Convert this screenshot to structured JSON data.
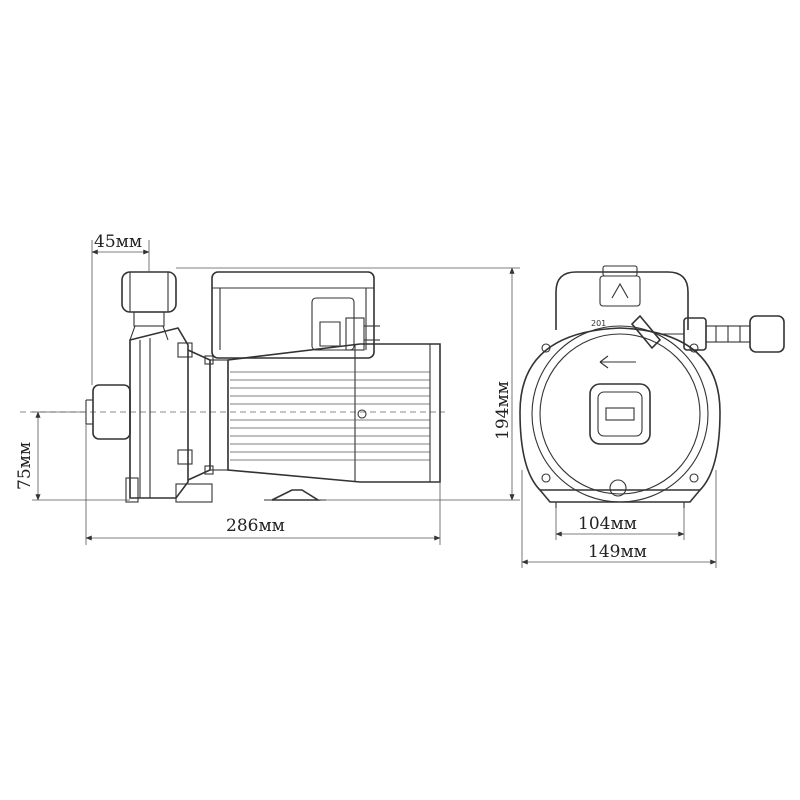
{
  "dimensions": {
    "inlet_offset": "45мм",
    "axis_height": "75мм",
    "total_height": "194мм",
    "total_length": "286мм",
    "base_width": "104мм",
    "front_width": "149мм"
  },
  "markings": {
    "model_code": "201"
  }
}
